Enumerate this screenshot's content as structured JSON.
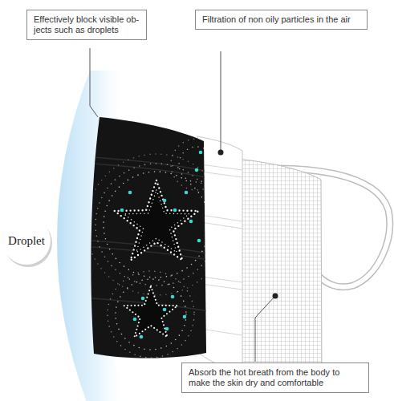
{
  "diagram": {
    "nodes": [
      {
        "text": [
          "Effectively block visible ob- jects such as droplets"
        ]
      },
      {
        "text": [
          "Filtration of non oily particles in the air"
        ]
      },
      {
        "text": [
          "Droplet"
        ]
      },
      {
        "text": [
          "Absorb the hot breath from the body to make the skin dry and comfortable"
        ]
      }
    ]
  }
}
